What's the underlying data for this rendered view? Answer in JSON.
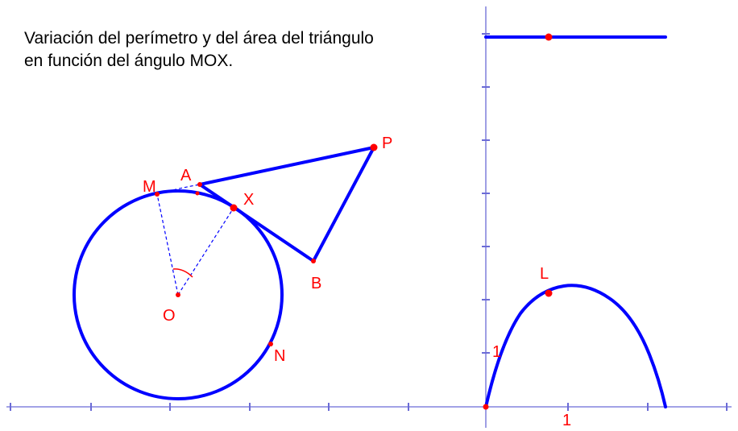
{
  "caption": {
    "line1": "Variación del perímetro y del área del triángulo",
    "line2": "en función del ángulo MOX."
  },
  "labels": {
    "M": "M",
    "A": "A",
    "X": "X",
    "P": "P",
    "B": "B",
    "O": "O",
    "N": "N",
    "L": "L",
    "x_tick_1": "1",
    "y_tick_1": "1"
  },
  "colors": {
    "construction": "#0000ff",
    "points": "#ff0000",
    "labels": "#ff0000",
    "axes": "#6b6bd6",
    "text": "#000000"
  }
}
